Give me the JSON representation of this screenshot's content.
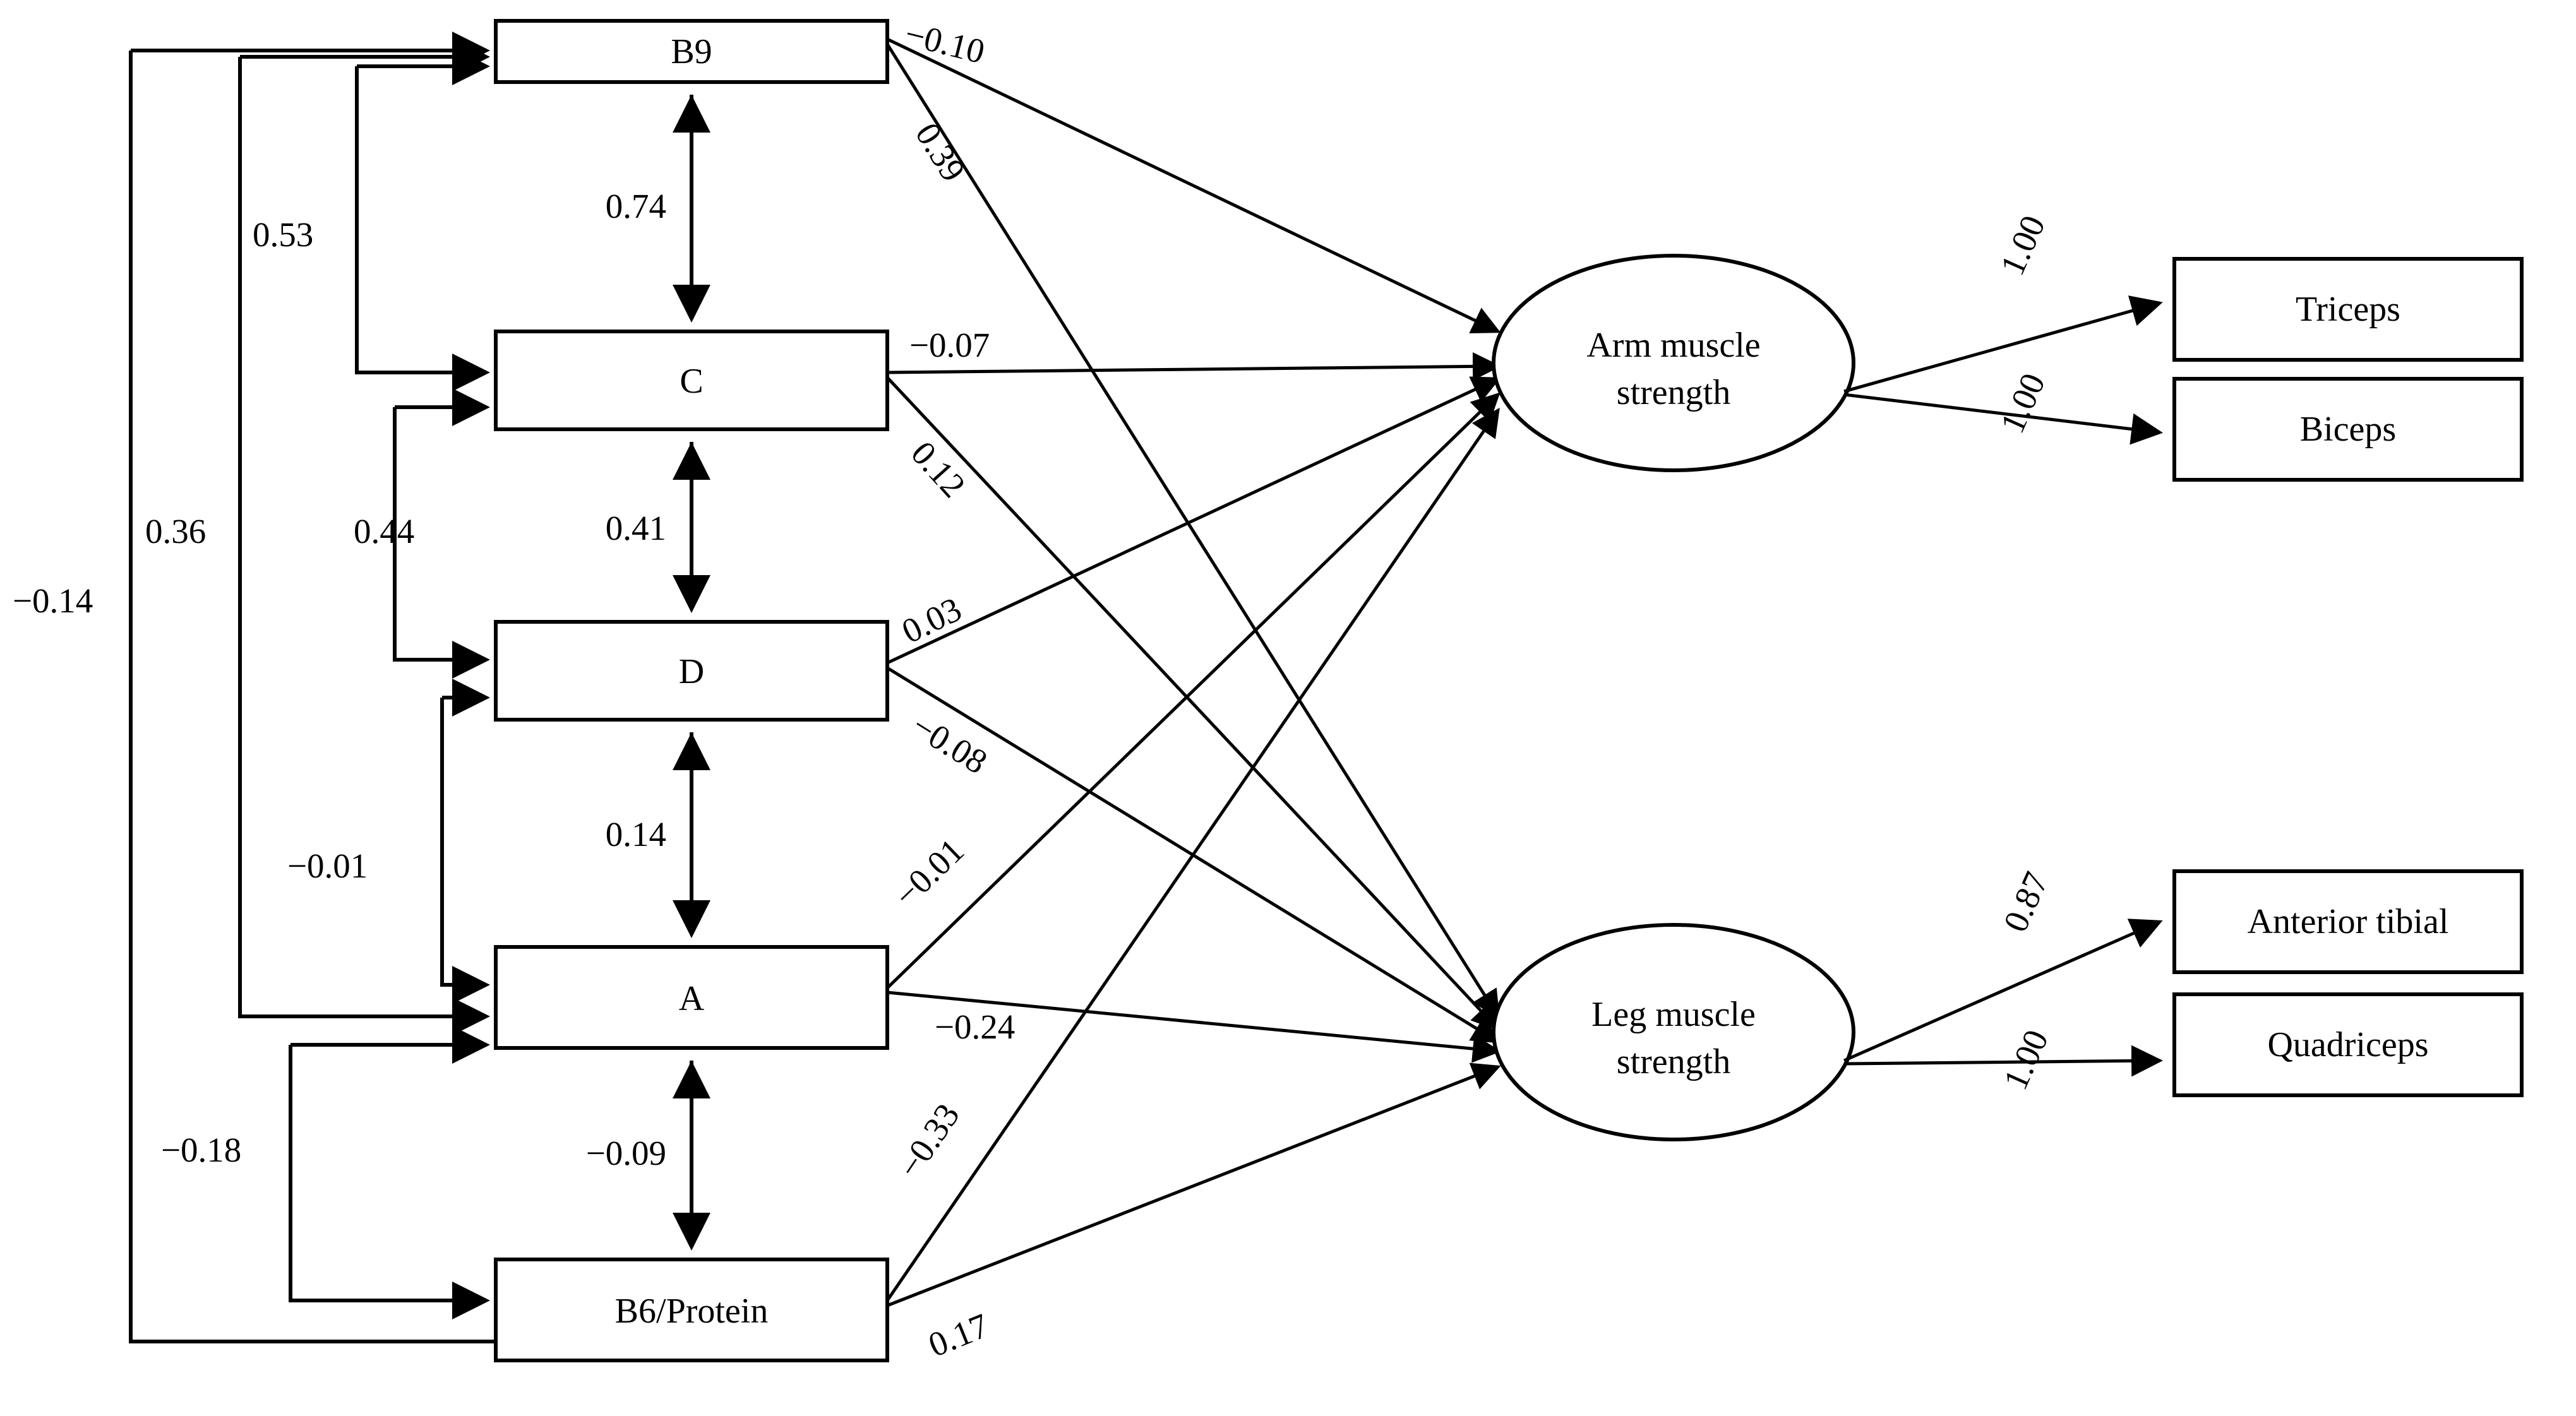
{
  "diagram": {
    "type": "structural-equation-model-path-diagram",
    "predictors": [
      {
        "id": "b9",
        "label": "B9"
      },
      {
        "id": "c",
        "label": "C"
      },
      {
        "id": "d",
        "label": "D"
      },
      {
        "id": "a",
        "label": "A"
      },
      {
        "id": "b6protein",
        "label": "B6/Protein"
      }
    ],
    "latents": [
      {
        "id": "arm",
        "line1": "Arm muscle",
        "line2": "strength"
      },
      {
        "id": "leg",
        "line1": "Leg muscle",
        "line2": "strength"
      }
    ],
    "indicators": [
      {
        "id": "triceps",
        "label": "Triceps"
      },
      {
        "id": "biceps",
        "label": "Biceps"
      },
      {
        "id": "anterior_tibial",
        "label": "Anterior tibial"
      },
      {
        "id": "quadriceps",
        "label": "Quadriceps"
      }
    ],
    "covariances_adjacent": [
      {
        "id": "b9_c",
        "from": "B9",
        "to": "C",
        "value": "0.74"
      },
      {
        "id": "c_d",
        "from": "C",
        "to": "D",
        "value": "0.41"
      },
      {
        "id": "d_a",
        "from": "D",
        "to": "A",
        "value": "0.14"
      },
      {
        "id": "a_b6",
        "from": "A",
        "to": "B6/Protein",
        "value": "−0.09"
      }
    ],
    "covariances_left": [
      {
        "id": "cov_014",
        "value": "−0.14"
      },
      {
        "id": "cov_036",
        "value": "0.36"
      },
      {
        "id": "cov_053",
        "value": "0.53"
      },
      {
        "id": "cov_044",
        "value": "0.44"
      },
      {
        "id": "cov_001",
        "value": "−0.01"
      },
      {
        "id": "cov_018",
        "value": "−0.18"
      }
    ],
    "paths_to_arm": [
      {
        "id": "b9_arm",
        "from": "B9",
        "to": "Arm muscle strength",
        "value": "−0.10"
      },
      {
        "id": "c_arm",
        "from": "C",
        "to": "Arm muscle strength",
        "value": "−0.07"
      },
      {
        "id": "d_arm",
        "from": "D",
        "to": "Arm muscle strength",
        "value": "0.03"
      },
      {
        "id": "a_arm",
        "from": "A",
        "to": "Arm muscle strength",
        "value": "−0.01"
      },
      {
        "id": "b6_arm",
        "from": "B6/Protein",
        "to": "Arm muscle strength",
        "value": "−0.33"
      }
    ],
    "paths_to_leg": [
      {
        "id": "b9_leg",
        "from": "B9",
        "to": "Leg muscle strength",
        "value": "0.39"
      },
      {
        "id": "c_leg",
        "from": "C",
        "to": "Leg muscle strength",
        "value": "0.12"
      },
      {
        "id": "d_leg",
        "from": "D",
        "to": "Leg muscle strength",
        "value": "−0.08"
      },
      {
        "id": "a_leg",
        "from": "A",
        "to": "Leg muscle strength",
        "value": "−0.24"
      },
      {
        "id": "b6_leg",
        "from": "B6/Protein",
        "to": "Leg muscle strength",
        "value": "0.17"
      }
    ],
    "loadings": [
      {
        "id": "arm_triceps",
        "from": "Arm muscle strength",
        "to": "Triceps",
        "value": "1.00"
      },
      {
        "id": "arm_biceps",
        "from": "Arm muscle strength",
        "to": "Biceps",
        "value": "1.00"
      },
      {
        "id": "leg_anterior",
        "from": "Leg muscle strength",
        "to": "Anterior tibial",
        "value": "0.87"
      },
      {
        "id": "leg_quad",
        "from": "Leg muscle strength",
        "to": "Quadriceps",
        "value": "1.00"
      }
    ]
  }
}
